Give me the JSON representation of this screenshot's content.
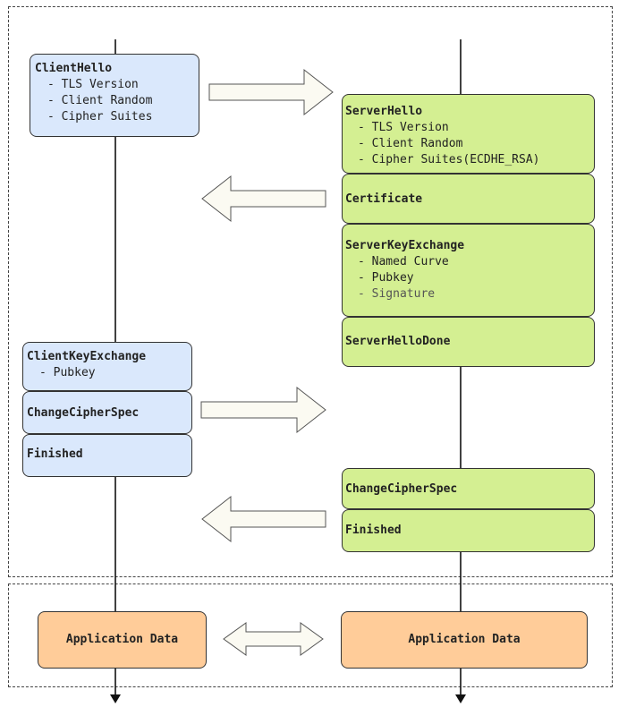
{
  "colors": {
    "client_fill": "#dae8fc",
    "server_fill": "#d4ef92",
    "app_fill": "#ffcc99",
    "arrow_fill": "#fbfaf2"
  },
  "client": {
    "client_hello": {
      "title": "ClientHello",
      "items": [
        "- TLS Version",
        "- Client Random",
        "- Cipher Suites"
      ]
    },
    "client_key_exchange": {
      "title": "ClientKeyExchange",
      "items": [
        "- Pubkey"
      ]
    },
    "change_cipher_spec": {
      "title": "ChangeCipherSpec"
    },
    "finished": {
      "title": "Finished"
    }
  },
  "server": {
    "server_hello": {
      "title": "ServerHello",
      "items": [
        "- TLS Version",
        "- Client Random",
        "- Cipher Suites(ECDHE_RSA)"
      ]
    },
    "certificate": {
      "title": "Certificate"
    },
    "server_key_exchange": {
      "title": "ServerKeyExchange",
      "items": [
        "- Named Curve",
        "- Pubkey",
        "- Signature"
      ]
    },
    "server_hello_done": {
      "title": "ServerHelloDone"
    },
    "change_cipher_spec": {
      "title": "ChangeCipherSpec"
    },
    "finished": {
      "title": "Finished"
    }
  },
  "application": {
    "client_label": "Application Data",
    "server_label": "Application Data"
  }
}
